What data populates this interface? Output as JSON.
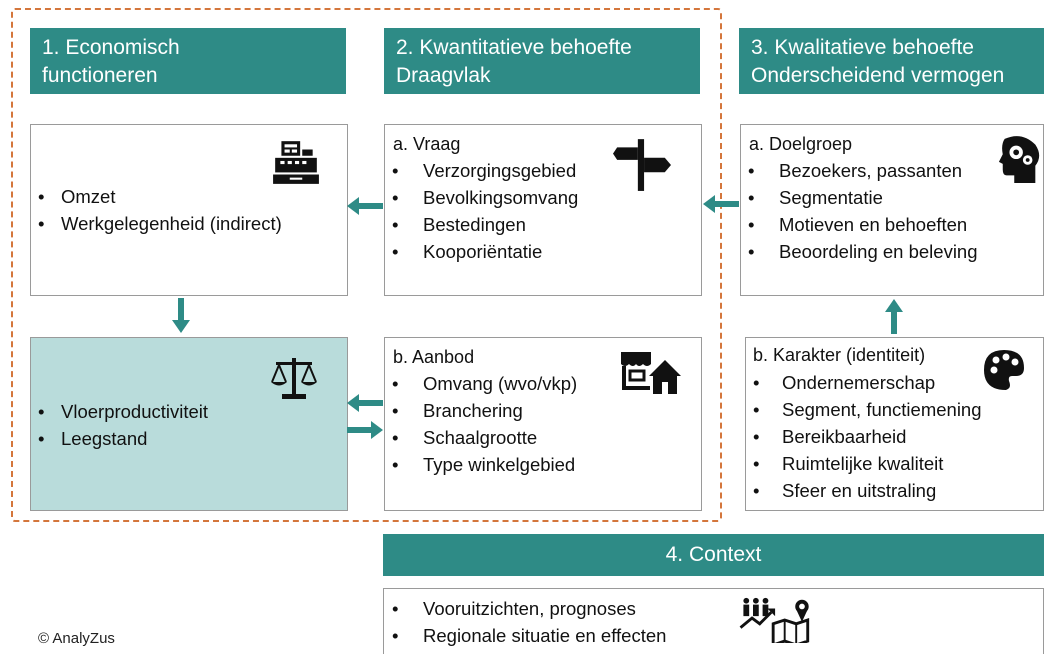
{
  "colors": {
    "teal": "#2e8b86",
    "tint": "#b9dcdb",
    "dashed_border": "#d4763c",
    "box_border": "#9a9a9a"
  },
  "headers": {
    "h1": {
      "line1": "1. Economisch",
      "line2": "functioneren"
    },
    "h2": {
      "line1": "2. Kwantitatieve behoefte",
      "line2": "Draagvlak"
    },
    "h3": {
      "line1": "3. Kwalitatieve behoefte",
      "line2": "Onderscheidend vermogen"
    },
    "h4": {
      "line1": "4. Context"
    }
  },
  "boxes": {
    "econ_top": {
      "icon": "cash-register-icon",
      "items": [
        "Omzet",
        "Werkgelegenheid (indirect)"
      ]
    },
    "econ_bottom": {
      "icon": "scales-icon",
      "items": [
        "Vloerproductiviteit",
        "Leegstand"
      ]
    },
    "vraag": {
      "title": "a. Vraag",
      "icon": "signpost-icon",
      "items": [
        "Verzorgingsgebied",
        "Bevolkingsomvang",
        "Bestedingen",
        "Kooporiëntatie"
      ]
    },
    "aanbod": {
      "title": "b. Aanbod",
      "icon": "shop-house-icon",
      "items": [
        "Omvang (wvo/vkp)",
        "Branchering",
        "Schaalgrootte",
        "Type winkelgebied"
      ]
    },
    "doelgroep": {
      "title": "a. Doelgroep",
      "icon": "head-gears-icon",
      "items": [
        "Bezoekers, passanten",
        "Segmentatie",
        "Motieven en behoeften",
        "Beoordeling en beleving"
      ]
    },
    "karakter": {
      "title": "b. Karakter (identiteit)",
      "icon": "palette-icon",
      "items": [
        "Ondernemerschap",
        "Segment, functiemening",
        "Bereikbaarheid",
        "Ruimtelijke kwaliteit",
        "Sfeer en uitstraling"
      ]
    },
    "context": {
      "icon": "people-trend-map-icon",
      "items": [
        "Vooruitzichten, prognoses",
        "Regionale situatie en effecten"
      ]
    }
  },
  "copyright": "© AnalyZus"
}
